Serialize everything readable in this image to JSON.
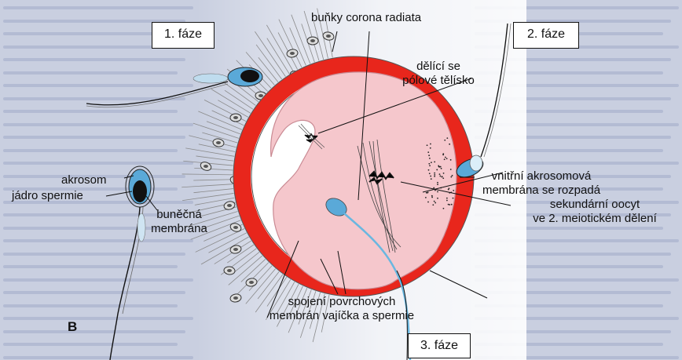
{
  "labels": {
    "phase1": "1. fáze",
    "phase2": "2. fáze",
    "phase3": "3. fáze",
    "corona": "buňky corona radiata",
    "dividing": [
      "dělící se",
      "pólové tělísko"
    ],
    "akrosom": "akrosom",
    "nucleus": "jádro spermie",
    "membrane": [
      "buněčná",
      "membrána"
    ],
    "inner_acro": [
      "vnitřní akrosomová",
      "membrána se rozpadá"
    ],
    "oocyte": [
      "sekundární oocyt",
      "ve 2. meiotickém dělení"
    ],
    "fusion": [
      "spojení povrchových",
      "membrán vajíčka a spermie"
    ],
    "panel": "B"
  },
  "colors": {
    "zona": "#e8261c",
    "cytoplasm": "#f5c7cc",
    "acrosome": "#5aa9d8",
    "background": "#c9cfe0"
  }
}
